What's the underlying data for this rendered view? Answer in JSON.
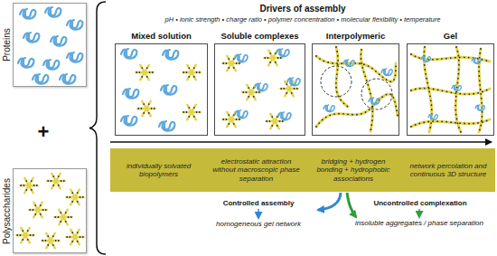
{
  "diagram": {
    "nodes": [
      {
        "text": [
          "Proteins"
        ]
      },
      {
        "text": [
          "Polysaccharides"
        ]
      },
      {
        "text": [
          "Mixed solution"
        ]
      },
      {
        "text": [
          "Soluble complexes"
        ]
      },
      {
        "text": [
          "Interpolymeric"
        ]
      },
      {
        "text": [
          "Gel"
        ]
      },
      {
        "text": [
          "individually solvated biopolymers"
        ]
      },
      {
        "text": [
          "electrostatic attraction without macroscopic phase separation"
        ]
      },
      {
        "text": [
          "bridging + hydrogen bonding + hydrophobic associations"
        ]
      },
      {
        "text": [
          "network percolation and continuous 3D structure"
        ]
      }
    ],
    "labels": [
      "+",
      "Drivers of assembly",
      "pH • ionic strength • charge ratio • polymer concentration • molecular flexibility • temperature",
      "Controlled assembly",
      "homogeneous gel network",
      "Uncontrolled complexation",
      "insoluble aggregates / phase separation"
    ]
  }
}
